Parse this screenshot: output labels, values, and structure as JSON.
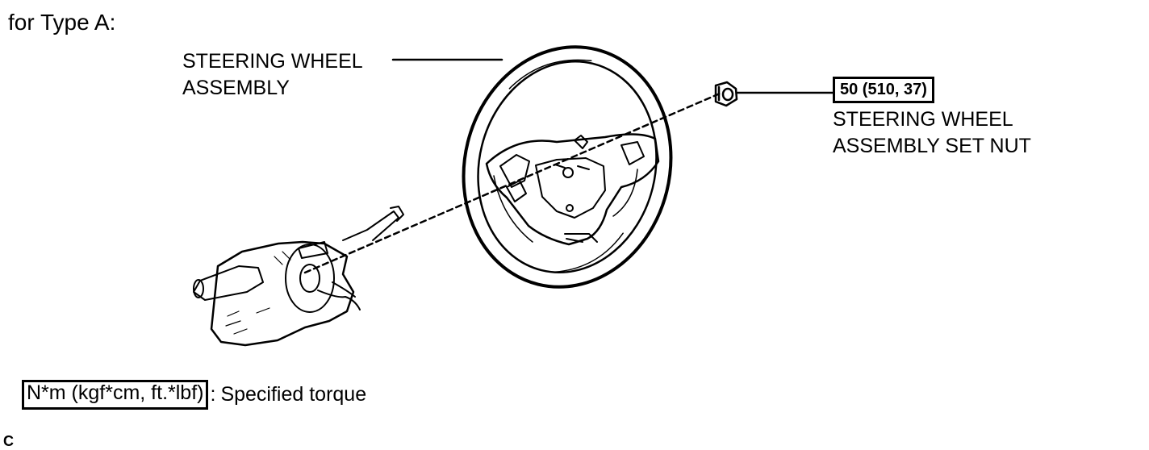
{
  "title": "for Type A:",
  "labels": {
    "wheel_line1": "STEERING WHEEL",
    "wheel_line2": "ASSEMBLY",
    "nut_line1": "STEERING WHEEL",
    "nut_line2": "ASSEMBLY SET NUT"
  },
  "torque_value": "50 (510, 37)",
  "legend": {
    "units": "N*m (kgf*cm, ft.*lbf)",
    "separator": ":",
    "description": "Specified torque"
  },
  "figure_code": "C"
}
